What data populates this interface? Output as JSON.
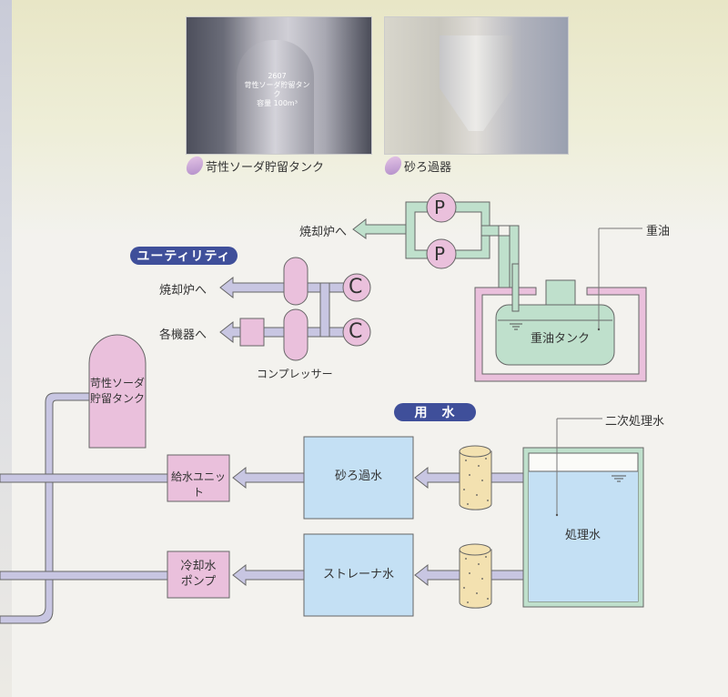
{
  "photos": [
    {
      "caption": "苛性ソーダ貯留タンク",
      "sign_lines": [
        "2607",
        "苛性ソーダ貯留タンク",
        "容量 100m³"
      ]
    },
    {
      "caption": "砂ろ過器"
    }
  ],
  "fuel_section": {
    "to_incinerator": "焼却炉へ",
    "pump_symbol": "P",
    "heavy_oil_label": "重油",
    "tank_label": "重油タンク"
  },
  "utility_section": {
    "badge": "ユーティリティ",
    "to_incinerator": "焼却炉へ",
    "to_equipment": "各機器へ",
    "compressor_symbol": "C",
    "compressor_label": "コンプレッサー"
  },
  "caustic_tank": {
    "label_lines": [
      "苛性ソーダ",
      "貯留タンク"
    ]
  },
  "water_section": {
    "badge": "用　水",
    "secondary_treated_label": "二次処理水",
    "treated_water_label": "処理水",
    "sand_filtered_label": "砂ろ過水",
    "strainer_label": "ストレーナ水",
    "supply_unit_label": "給水ユニット",
    "cooling_pump_lines": [
      "冷却水",
      "ポンプ"
    ]
  },
  "colors": {
    "green_pipe": "#bfe0cc",
    "purple_pipe": "#c8c6e2",
    "pink": "#eac0dc",
    "blue_box": "#c4e0f4",
    "filter": "#f3e1b0",
    "badge": "#3f4f9a"
  }
}
